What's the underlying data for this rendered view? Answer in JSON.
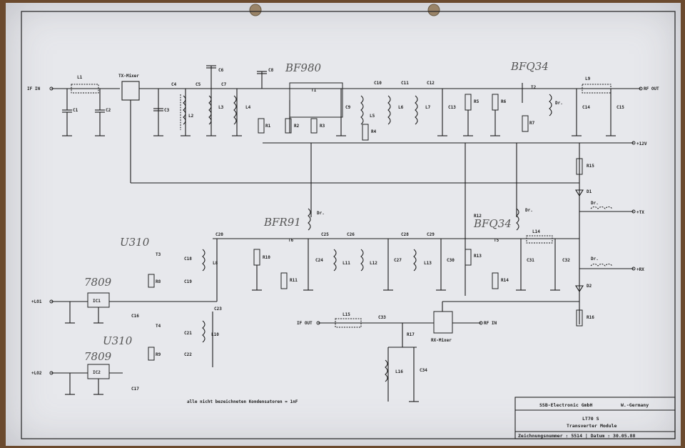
{
  "header": {
    "ports": {
      "if_in": "IF IN",
      "rf_out": "RF OUT",
      "supply_12v": "+12V",
      "tx": "+TX",
      "rx": "+RX",
      "lo1": "+LO1",
      "lo2": "+LO2",
      "if_out": "IF OUT",
      "rf_in": "RF IN"
    },
    "blocks": {
      "tx_mixer": "TX-Mixer",
      "rx_mixer": "RX-Mixer",
      "ic1": "IC1",
      "ic2": "IC2"
    }
  },
  "components": {
    "inductors": [
      "L1",
      "L2",
      "L3",
      "L4",
      "L5",
      "L6",
      "L7",
      "L8",
      "L9",
      "L10",
      "L11",
      "L12",
      "L13",
      "L14",
      "L15",
      "L16"
    ],
    "capacitors": [
      "C1",
      "C2",
      "C3",
      "C4",
      "C5",
      "C6",
      "C7",
      "C8",
      "C9",
      "C10",
      "C11",
      "C12",
      "C13",
      "C14",
      "C15",
      "C16",
      "C17",
      "C18",
      "C19",
      "C20",
      "C21",
      "C22",
      "C23",
      "C24",
      "C25",
      "C26",
      "C27",
      "C28",
      "C29",
      "C30",
      "C31",
      "C32",
      "C33",
      "C34"
    ],
    "resistors": [
      "R1",
      "R2",
      "R3",
      "R4",
      "R5",
      "R6",
      "R7",
      "R8",
      "R9",
      "R10",
      "R11",
      "R12",
      "R13",
      "R14",
      "R15",
      "R16",
      "R17"
    ],
    "transistors": [
      "T1",
      "T2",
      "T3",
      "T4",
      "T5",
      "T6"
    ],
    "diodes": [
      "D1",
      "D2"
    ],
    "chokes": [
      "Dr.",
      "Dr.",
      "Dr.",
      "Dr.",
      "Dr."
    ]
  },
  "handwritten": {
    "t1_type": "BF980",
    "t2_type": "BFQ34",
    "t6_type": "BFR91",
    "t5_type": "BFQ34",
    "t3_type": "U310",
    "t4_type": "U310",
    "ic1_type": "7809",
    "ic2_type": "7809"
  },
  "note": "alle nicht bezeichneten Kondensatoren = 1nF",
  "title_block": {
    "company": "SSB-Electronic GmbH",
    "country": "W.-Germany",
    "model": "LT70 S",
    "description": "Transverter Module",
    "footer": "Zeichnungsnummer : 5514 | Datum : 30.05.88"
  }
}
